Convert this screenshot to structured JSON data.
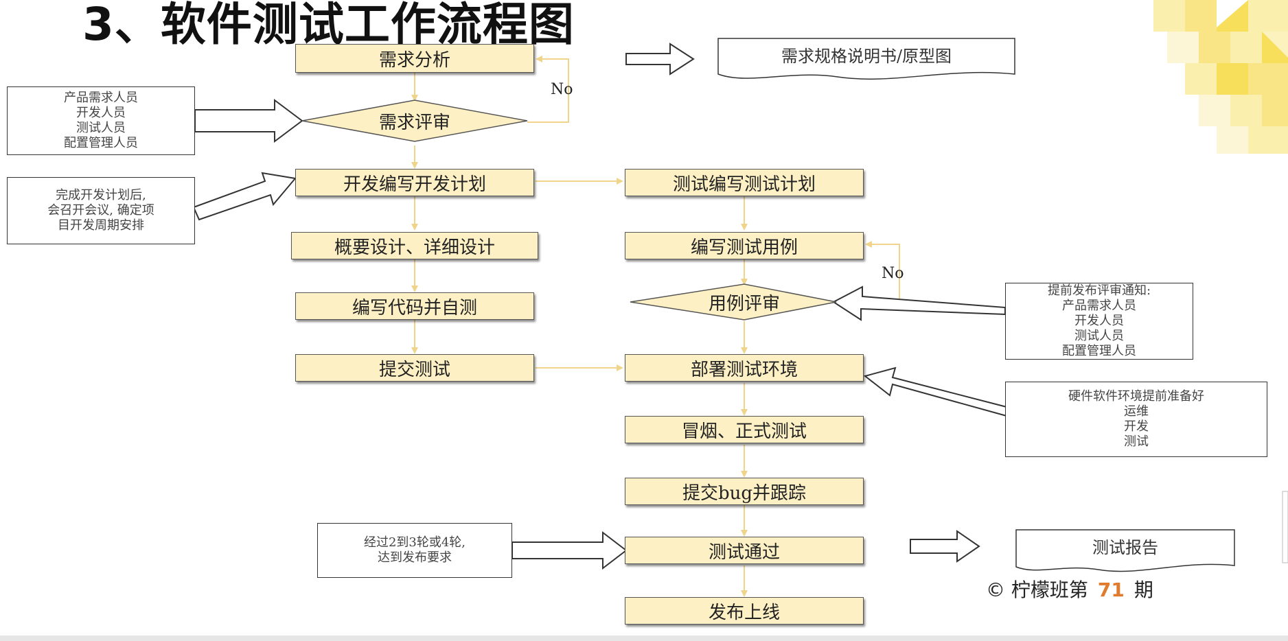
{
  "title": "3、软件测试工作流程图",
  "colors": {
    "process_fill": "#fdf0c4",
    "line": "#f0d48c",
    "accent_number": "#e07b2e",
    "deco_yellow": "#f7dc4a"
  },
  "steps": {
    "req_analysis": "需求分析",
    "req_review": "需求评审",
    "dev_plan": "开发编写开发计划",
    "design": "概要设计、详细设计",
    "coding": "编写代码并自测",
    "submit_test": "提交测试",
    "test_plan": "测试编写测试计划",
    "write_cases": "编写测试用例",
    "case_review": "用例评审",
    "deploy_env": "部署测试环境",
    "smoke_test": "冒烟、正式测试",
    "submit_bug": "提交bug并跟踪",
    "test_pass": "测试通过",
    "release": "发布上线"
  },
  "documents": {
    "spec": "需求规格说明书/原型图",
    "report": "测试报告"
  },
  "loop_labels": {
    "req_no": "No",
    "case_no": "No"
  },
  "notes": {
    "req_review_people": [
      "产品需求人员",
      "开发人员",
      "测试人员",
      "配置管理人员"
    ],
    "dev_plan_note": [
      "完成开发计划后,",
      "会召开会议, 确定项",
      "目开发周期安排"
    ],
    "case_review_people": [
      "提前发布评审通知:",
      "产品需求人员",
      "开发人员",
      "测试人员",
      "配置管理人员"
    ],
    "env_people": [
      "硬件软件环境提前准备好",
      "运维",
      "开发",
      "测试"
    ],
    "pass_note": [
      "经过2到3轮或4轮,",
      "达到发布要求"
    ]
  },
  "credit": {
    "prefix": "© 柠檬班第",
    "number": "71",
    "suffix": "期"
  }
}
